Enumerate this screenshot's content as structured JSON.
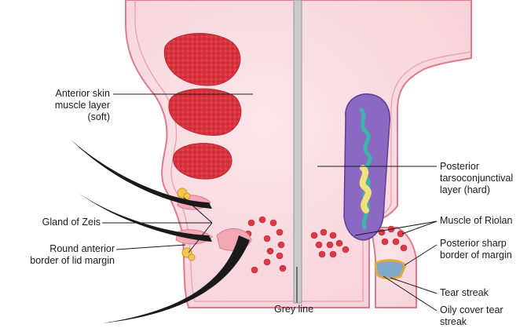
{
  "diagram": {
    "labels": {
      "anterior_skin_1": "Anterior skin",
      "anterior_skin_2": "muscle layer",
      "anterior_skin_3": "(soft)",
      "posterior_1": "Posterior",
      "posterior_2": "tarsoconjunctival",
      "posterior_3": "layer (hard)",
      "riolan": "Muscle of Riolan",
      "zeis": "Gland of Zeis",
      "round_1": "Round anterior",
      "round_2": "border of lid margin",
      "sharp_1": "Posterior sharp",
      "sharp_2": "border of margin",
      "grey_line": "Grey line",
      "tear_streak": "Tear streak",
      "oily_1": "Oily cover tear",
      "oily_2": "streak"
    },
    "colors": {
      "skin": "#f8dde2",
      "outline": "#e07a8c",
      "muscle": "#d93a46",
      "gland": "#7b5bb5",
      "grey_line": "#c9c9c9",
      "zeis_gland": "#f2c94c",
      "lash": "#1a1a1a"
    }
  }
}
